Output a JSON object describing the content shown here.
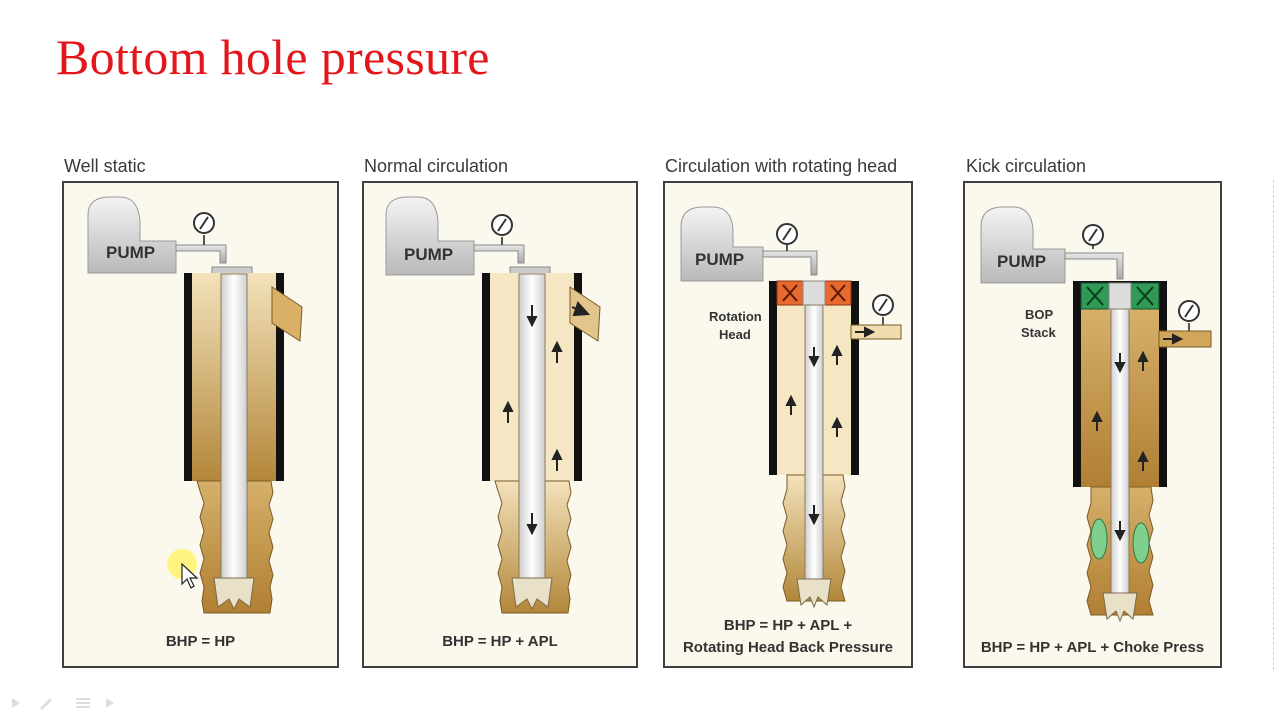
{
  "slide": {
    "title": "Bottom hole pressure"
  },
  "panels": [
    {
      "caption": "Well static",
      "pump": "PUMP",
      "formula": [
        "BHP = HP"
      ]
    },
    {
      "caption": "Normal circulation",
      "pump": "PUMP",
      "formula": [
        "BHP = HP + APL"
      ]
    },
    {
      "caption": "Circulation with rotating head",
      "pump": "PUMP",
      "side_label": [
        "Rotation",
        "Head"
      ],
      "formula": [
        "BHP = HP + APL +",
        "Rotating Head Back Pressure"
      ]
    },
    {
      "caption": "Kick circulation",
      "pump": "PUMP",
      "side_label": [
        "BOP",
        "Stack"
      ],
      "formula": [
        "BHP = HP + APL + Choke Press"
      ]
    }
  ],
  "colors": {
    "title": "#e3171b",
    "panel_bg": "#fbf8ed",
    "mud": "#b78b3a",
    "casing": "#1a1a1a",
    "rotating_head": "#e8692e",
    "bop": "#2f9a55",
    "kick": "#7fcf8f"
  },
  "icons": [
    "pressure-gauge-icon",
    "flow-arrow-icon",
    "mouse-pointer-icon"
  ]
}
